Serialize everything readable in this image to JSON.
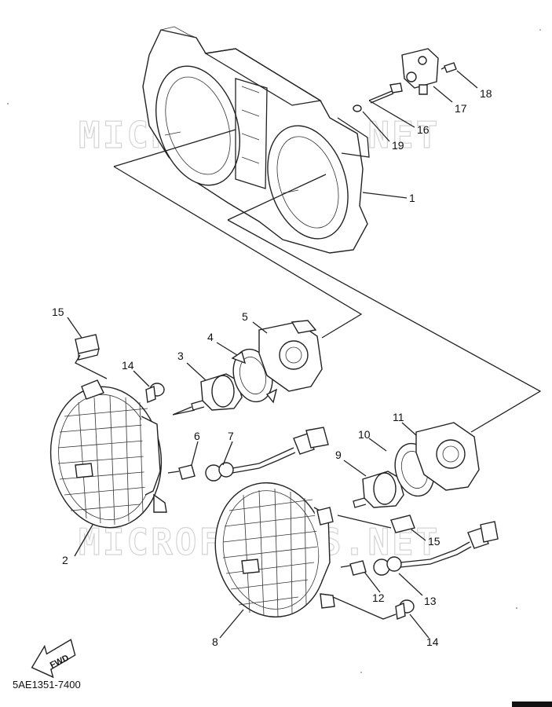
{
  "watermark": "MICROFICHES.NET",
  "diagram_code": "5AE1351-7400",
  "fwd_label": "FWD",
  "callouts": [
    {
      "id": "c1",
      "label": "1"
    },
    {
      "id": "c2",
      "label": "2"
    },
    {
      "id": "c3",
      "label": "3"
    },
    {
      "id": "c4",
      "label": "4"
    },
    {
      "id": "c5",
      "label": "5"
    },
    {
      "id": "c6",
      "label": "6"
    },
    {
      "id": "c7",
      "label": "7"
    },
    {
      "id": "c8",
      "label": "8"
    },
    {
      "id": "c9",
      "label": "9"
    },
    {
      "id": "c10",
      "label": "10"
    },
    {
      "id": "c11",
      "label": "11"
    },
    {
      "id": "c12",
      "label": "12"
    },
    {
      "id": "c13",
      "label": "13"
    },
    {
      "id": "c14a",
      "label": "14"
    },
    {
      "id": "c14b",
      "label": "14"
    },
    {
      "id": "c15a",
      "label": "15"
    },
    {
      "id": "c15b",
      "label": "15"
    },
    {
      "id": "c16",
      "label": "16"
    },
    {
      "id": "c17",
      "label": "17"
    },
    {
      "id": "c18",
      "label": "18"
    },
    {
      "id": "c19",
      "label": "19"
    }
  ]
}
